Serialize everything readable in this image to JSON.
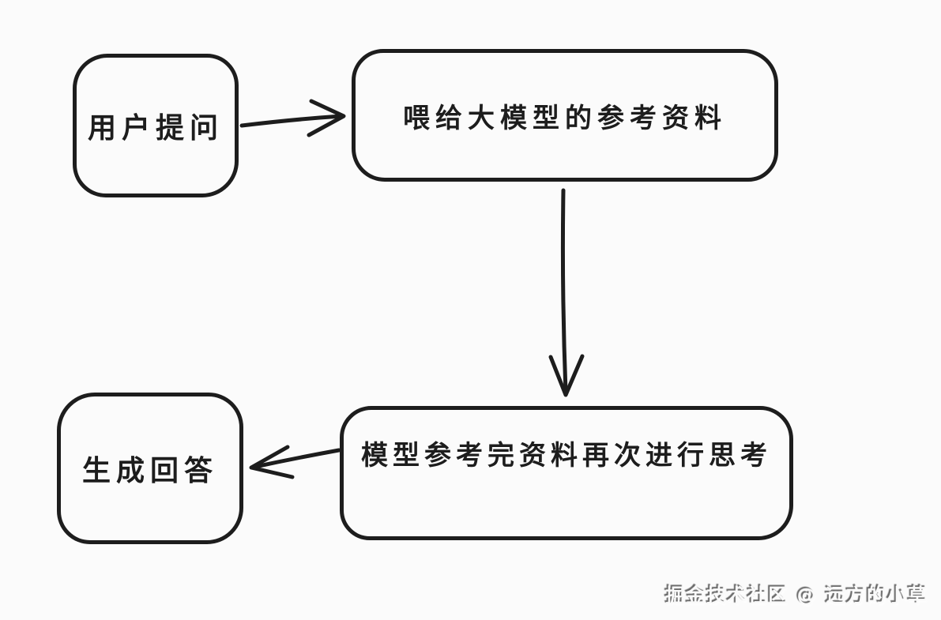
{
  "diagram": {
    "type": "flowchart",
    "style": "hand-drawn",
    "colors": {
      "stroke": "#1d1d1d",
      "background": "#fbfbfb"
    },
    "nodes": [
      {
        "id": "user-question",
        "label": "用户提问"
      },
      {
        "id": "reference-material",
        "label": "喂给大模型的参考资料"
      },
      {
        "id": "rethink",
        "label": "模型参考完资料再次进行思考"
      },
      {
        "id": "generate-answer",
        "label": "生成回答"
      }
    ],
    "edges": [
      {
        "from": "user-question",
        "to": "reference-material",
        "direction": "right"
      },
      {
        "from": "reference-material",
        "to": "rethink",
        "direction": "down"
      },
      {
        "from": "rethink",
        "to": "generate-answer",
        "direction": "left"
      }
    ]
  },
  "watermark": {
    "text": "掘金技术社区 @ 远方的小草"
  }
}
